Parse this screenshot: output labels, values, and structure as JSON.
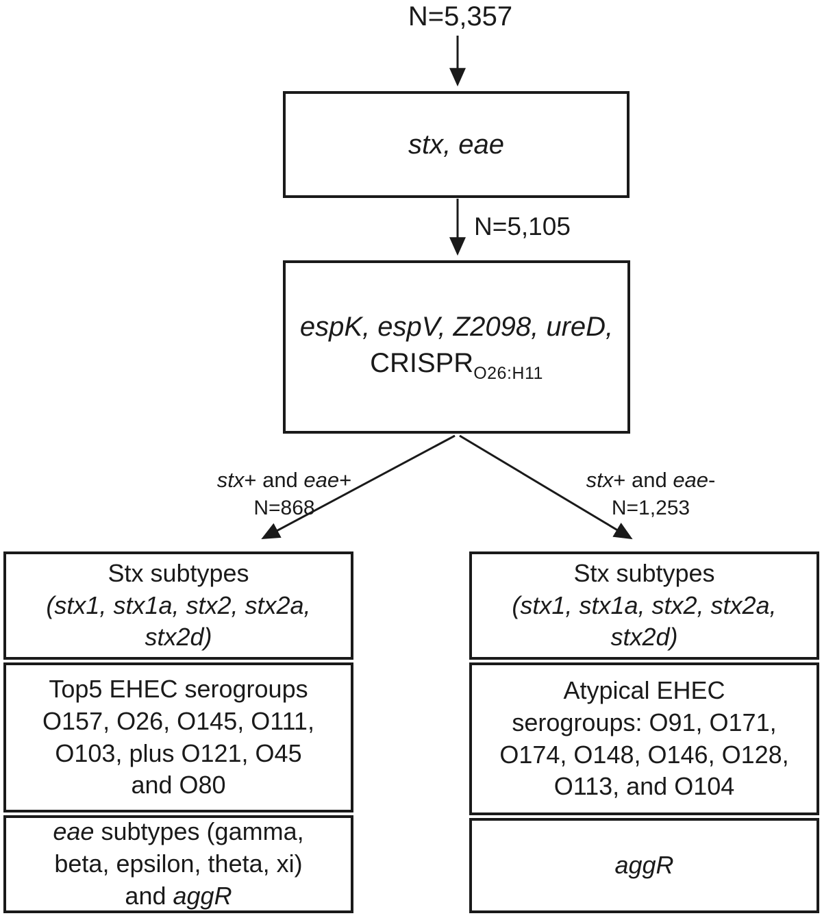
{
  "flow": {
    "n_total": "N=5,357",
    "screen1": {
      "genes": "stx, eae"
    },
    "n_after_screen1": "N=5,105",
    "screen2": {
      "genes_line": "espK, espV, Z2098, ureD,",
      "crispr": "CRISPR",
      "crispr_subscript": "O26:H11"
    },
    "branch_left": {
      "gene1": "stx",
      "sep": "+ and ",
      "gene2": "eae",
      "tail": "+",
      "n": "N=868"
    },
    "branch_right": {
      "gene1": "stx",
      "sep": "+ and ",
      "gene2": "eae",
      "tail": "-",
      "n": "N=1,253"
    },
    "left_col": {
      "stx_box": {
        "title": "Stx subtypes",
        "line2": "(stx1, stx1a, stx2, stx2a,",
        "line3": "stx2d)"
      },
      "sero_box": {
        "line1": "Top5 EHEC serogroups",
        "line2": "O157, O26, O145, O111,",
        "line3": "O103, plus O121, O45",
        "line4": "and O80"
      },
      "eae_box": {
        "gene": "eae",
        "line1_rest": " subtypes (gamma,",
        "line2": "beta, epsilon, theta, xi)",
        "line3_and": "and ",
        "aggr": "aggR"
      }
    },
    "right_col": {
      "stx_box": {
        "title": "Stx subtypes",
        "line2": "(stx1, stx1a, stx2, stx2a,",
        "line3": "stx2d)"
      },
      "sero_box": {
        "line1": "Atypical EHEC",
        "line2": "serogroups: O91, O171,",
        "line3": "O174, O148, O146, O128,",
        "line4": "O113, and O104"
      },
      "aggr_box": {
        "gene": "aggR"
      }
    },
    "colors": {
      "ink": "#1a1a1a",
      "background": "#ffffff"
    }
  }
}
